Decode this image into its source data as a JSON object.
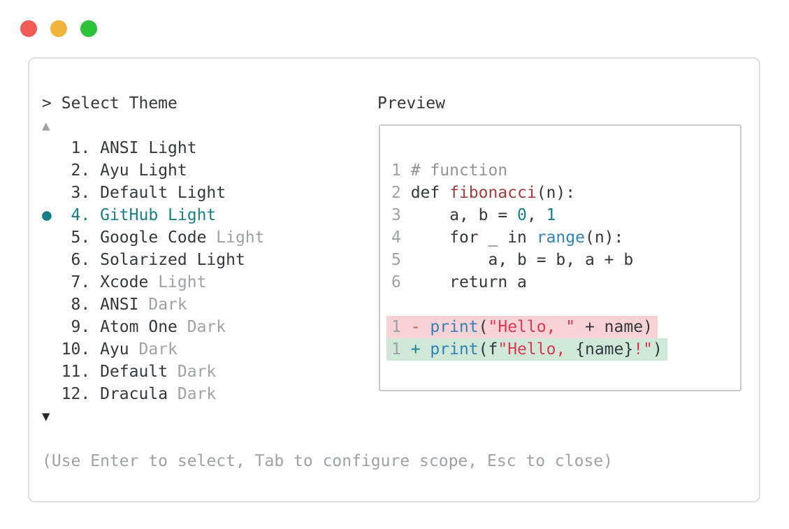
{
  "window_controls": {
    "buttons": [
      {
        "name": "close",
        "color": "#f15b55"
      },
      {
        "name": "minimize",
        "color": "#f0b43a"
      },
      {
        "name": "zoom",
        "color": "#2cc33a"
      }
    ]
  },
  "palette": {
    "dark": "#32383e",
    "gray": "#9da2a6",
    "teal": "#167f88",
    "blue": "#3181b8",
    "keyword_red": "#a63c3a",
    "string_red": "#dd3854",
    "minus_red": "#cd4d4d",
    "comment": "#8f968d",
    "removed_bg": "#f8d2d5",
    "added_bg": "#cfe8d8",
    "window_border": "#dedede",
    "preview_border": "#c9c9c9",
    "arrow_dark": "#26292c"
  },
  "header": {
    "prompt_label": "> Select Theme"
  },
  "theme_list": {
    "scroll_up_arrow": "▲",
    "scroll_down_arrow": "▼",
    "bullet": "●",
    "items": [
      {
        "number": "1",
        "selected": false,
        "segments": [
          {
            "text": "ANSI Light",
            "color": "dark"
          }
        ]
      },
      {
        "number": "2",
        "selected": false,
        "segments": [
          {
            "text": "Ayu Light",
            "color": "dark"
          }
        ]
      },
      {
        "number": "3",
        "selected": false,
        "segments": [
          {
            "text": "Default Light",
            "color": "dark"
          }
        ]
      },
      {
        "number": "4",
        "selected": true,
        "segments": [
          {
            "text": "GitHub Light",
            "color": "teal"
          }
        ]
      },
      {
        "number": "5",
        "selected": false,
        "segments": [
          {
            "text": "Google Code ",
            "color": "dark"
          },
          {
            "text": "Light",
            "color": "gray"
          }
        ]
      },
      {
        "number": "6",
        "selected": false,
        "segments": [
          {
            "text": "Solarized Light",
            "color": "dark"
          }
        ]
      },
      {
        "number": "7",
        "selected": false,
        "segments": [
          {
            "text": "Xcode ",
            "color": "dark"
          },
          {
            "text": "Light",
            "color": "gray"
          }
        ]
      },
      {
        "number": "8",
        "selected": false,
        "segments": [
          {
            "text": "ANSI ",
            "color": "dark"
          },
          {
            "text": "Dark",
            "color": "gray"
          }
        ]
      },
      {
        "number": "9",
        "selected": false,
        "segments": [
          {
            "text": "Atom One ",
            "color": "dark"
          },
          {
            "text": "Dark",
            "color": "gray"
          }
        ]
      },
      {
        "number": "10",
        "selected": false,
        "segments": [
          {
            "text": "Ayu ",
            "color": "dark"
          },
          {
            "text": "Dark",
            "color": "gray"
          }
        ]
      },
      {
        "number": "11",
        "selected": false,
        "segments": [
          {
            "text": "Default ",
            "color": "dark"
          },
          {
            "text": "Dark",
            "color": "gray"
          }
        ]
      },
      {
        "number": "12",
        "selected": false,
        "segments": [
          {
            "text": "Dracula ",
            "color": "dark"
          },
          {
            "text": "Dark",
            "color": "gray"
          }
        ]
      }
    ]
  },
  "preview": {
    "title": "Preview",
    "lines": [
      {
        "highlight": null,
        "segments": [
          {
            "text": "1 ",
            "color": "gray"
          },
          {
            "text": "# function",
            "color": "comment"
          }
        ]
      },
      {
        "highlight": null,
        "segments": [
          {
            "text": "2 ",
            "color": "gray"
          },
          {
            "text": "def ",
            "color": "dark"
          },
          {
            "text": "fibonacci",
            "color": "keyword_red"
          },
          {
            "text": "(n):",
            "color": "dark"
          }
        ]
      },
      {
        "highlight": null,
        "segments": [
          {
            "text": "3 ",
            "color": "gray"
          },
          {
            "text": "    a, b = ",
            "color": "dark"
          },
          {
            "text": "0",
            "color": "teal"
          },
          {
            "text": ", ",
            "color": "dark"
          },
          {
            "text": "1",
            "color": "teal"
          }
        ]
      },
      {
        "highlight": null,
        "segments": [
          {
            "text": "4 ",
            "color": "gray"
          },
          {
            "text": "    for _ in ",
            "color": "dark"
          },
          {
            "text": "range",
            "color": "blue"
          },
          {
            "text": "(n):",
            "color": "dark"
          }
        ]
      },
      {
        "highlight": null,
        "segments": [
          {
            "text": "5 ",
            "color": "gray"
          },
          {
            "text": "        a, b = b, a + b",
            "color": "dark"
          }
        ]
      },
      {
        "highlight": null,
        "segments": [
          {
            "text": "6 ",
            "color": "gray"
          },
          {
            "text": "    return a",
            "color": "dark"
          }
        ]
      },
      {
        "highlight": null,
        "segments": []
      },
      {
        "highlight": "removed",
        "segments": [
          {
            "text": "1 ",
            "color": "gray"
          },
          {
            "text": "- ",
            "color": "minus_red"
          },
          {
            "text": "print",
            "color": "blue"
          },
          {
            "text": "(",
            "color": "dark"
          },
          {
            "text": "\"Hello, \"",
            "color": "string_red"
          },
          {
            "text": " + name)",
            "color": "dark"
          }
        ]
      },
      {
        "highlight": "added",
        "segments": [
          {
            "text": "1 ",
            "color": "gray"
          },
          {
            "text": "+ ",
            "color": "teal"
          },
          {
            "text": "print",
            "color": "blue"
          },
          {
            "text": "(f",
            "color": "dark"
          },
          {
            "text": "\"Hello, ",
            "color": "string_red"
          },
          {
            "text": "{name}",
            "color": "dark"
          },
          {
            "text": "!\"",
            "color": "string_red"
          },
          {
            "text": ")",
            "color": "dark"
          }
        ]
      }
    ]
  },
  "footer": {
    "hint": "(Use Enter to select, Tab to configure scope, Esc to close)"
  }
}
